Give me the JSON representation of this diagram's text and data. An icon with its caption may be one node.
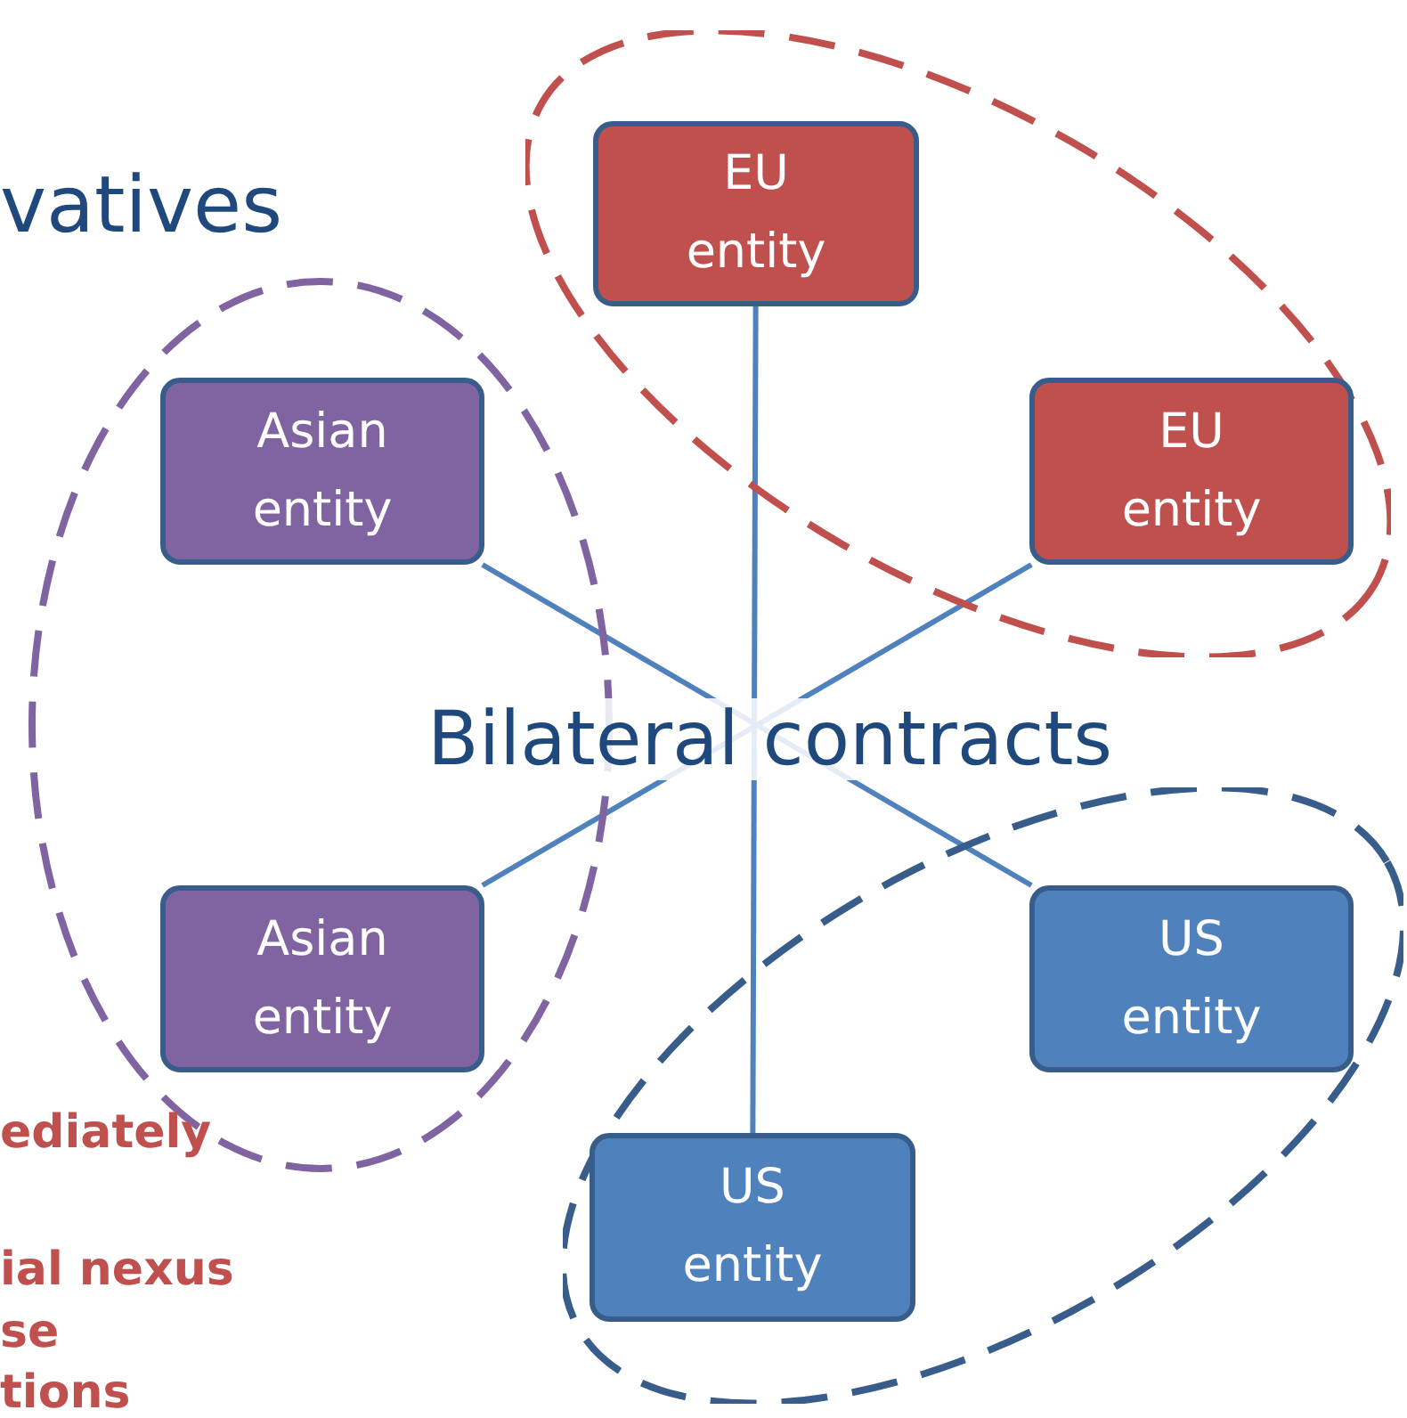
{
  "diagram": {
    "nodes": [
      {
        "text": [],
        "shape": "ellipse"
      },
      {
        "text": [
          "EU entity"
        ],
        "in": 0
      },
      {
        "text": [
          "EU entity"
        ],
        "in": 0
      },
      {
        "text": [],
        "shape": "ellipse"
      },
      {
        "text": [
          "Asian entity"
        ],
        "in": 3
      },
      {
        "text": [
          "Asian entity"
        ],
        "in": 3
      },
      {
        "text": [],
        "shape": "ellipse"
      },
      {
        "text": [
          "US entity"
        ],
        "in": 6
      },
      {
        "text": [
          "US entity"
        ],
        "in": 6
      }
    ],
    "edges": [
      {
        "from": 1,
        "to": 8,
        "arrow": "none"
      },
      {
        "from": 4,
        "to": 7,
        "arrow": "none"
      },
      {
        "from": 2,
        "to": 5,
        "arrow": "none"
      }
    ],
    "labels": [
      "vatives",
      "Bilateral contracts",
      "ediately",
      "ial nexus",
      "se",
      "tions"
    ]
  }
}
